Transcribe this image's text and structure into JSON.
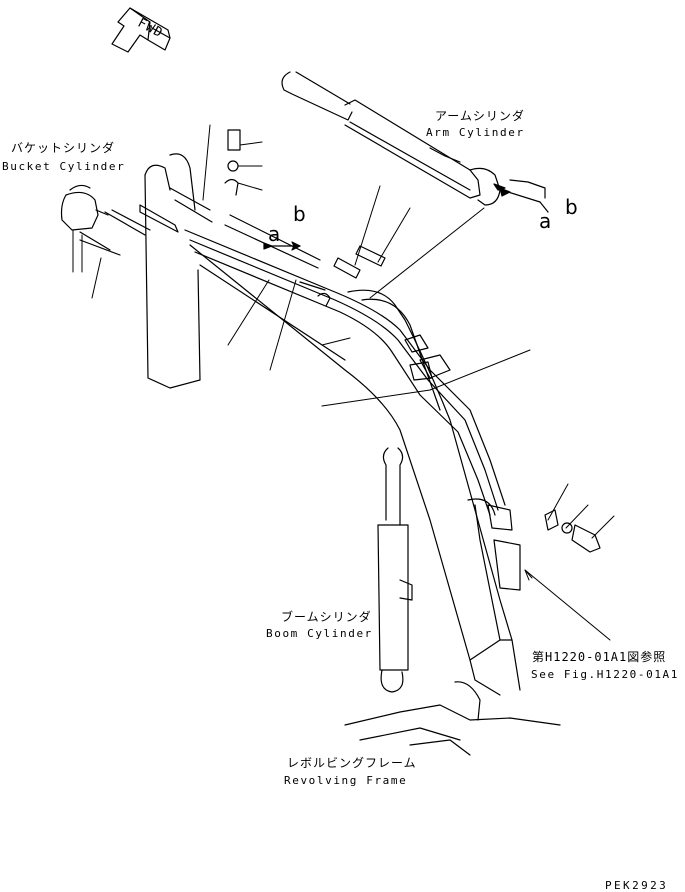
{
  "orientation": {
    "fwd_label": "FWD"
  },
  "components": {
    "arm_cylinder": {
      "jp": "アームシリンダ",
      "en": "Arm Cylinder"
    },
    "bucket_cylinder": {
      "jp": "バケットシリンダ",
      "en": "Bucket Cylinder"
    },
    "boom_cylinder": {
      "jp": "ブームシリンダ",
      "en": "Boom Cylinder"
    },
    "revolving_frame": {
      "jp": "レボルビングフレーム",
      "en": "Revolving Frame"
    }
  },
  "cross_refs": {
    "figure_ref_jp": "第H1220-01A1図参照",
    "figure_ref_en": "See Fig.H1220-01A1"
  },
  "connection_refs": {
    "a": "a",
    "b": "b"
  },
  "drawing_code": "PEK2923",
  "colors": {
    "line": "#000000",
    "background": "#ffffff"
  }
}
